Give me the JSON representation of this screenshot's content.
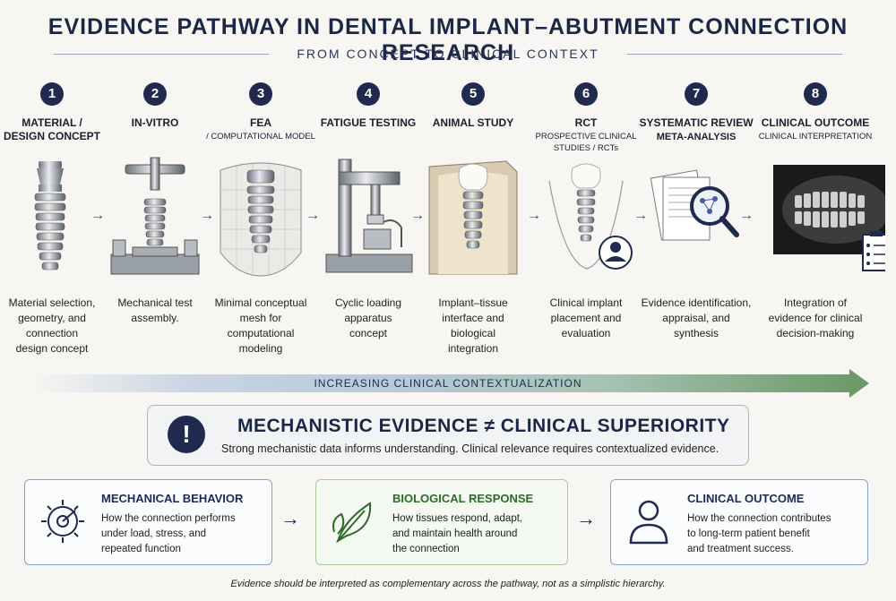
{
  "title": "EVIDENCE PATHWAY IN DENTAL IMPLANT–ABUTMENT CONNECTION RESEARCH",
  "subtitle": "FROM CONCEPT TO CLINICAL CONTEXT",
  "steps": [
    {
      "number": "1",
      "title": "MATERIAL /\nDESIGN CONCEPT",
      "subtitle": "",
      "description": "Material selection,\ngeometry, and\nconnection\ndesign concept"
    },
    {
      "number": "2",
      "title": "IN-VITRO",
      "subtitle": "",
      "description": "Mechanical test\nassembly."
    },
    {
      "number": "3",
      "title": "FEA",
      "subtitle": "/ COMPUTATIONAL MODEL",
      "description": "Minimal conceptual\nmesh for\ncomputational\nmodeling"
    },
    {
      "number": "4",
      "title": "FATIGUE TESTING",
      "subtitle": "",
      "description": "Cyclic loading\napparatus\nconcept"
    },
    {
      "number": "5",
      "title": "ANIMAL STUDY",
      "subtitle": "",
      "description": "Implant–tissue\ninterface and\nbiological\nintegration"
    },
    {
      "number": "6",
      "title": "RCT",
      "subtitle": "PROSPECTIVE CLINICAL\nSTUDIES / RCTs",
      "description": "Clinical implant\nplacement and\nevaluation"
    },
    {
      "number": "7",
      "title": "SYSTEMATIC REVIEW",
      "subtitle": "META-ANALYSIS",
      "description": "Evidence identification,\nappraisal, and\nsynthesis"
    },
    {
      "number": "8",
      "title": "CLINICAL OUTCOME",
      "subtitle": "CLINICAL INTERPRETATION",
      "description": "Integration of\nevidence for clinical\ndecision-making"
    }
  ],
  "gradient_label": "INCREASING CLINICAL CONTEXTUALIZATION",
  "callout": {
    "icon": "!",
    "title": "MECHANISTIC EVIDENCE ≠ CLINICAL SUPERIORITY",
    "text": "Strong mechanistic data informs understanding. Clinical relevance requires contextualized evidence."
  },
  "panels": [
    {
      "title": "MECHANICAL BEHAVIOR",
      "text": "How the connection performs\nunder load, stress, and\nrepeated function",
      "icon": "gear-icon"
    },
    {
      "title": "BIOLOGICAL RESPONSE",
      "text": "How tissues respond, adapt,\nand maintain health around\nthe connection",
      "icon": "leaf-icon"
    },
    {
      "title": "CLINICAL OUTCOME",
      "text": "How the connection contributes\nto long-term patient benefit\nand treatment success.",
      "icon": "person-icon"
    }
  ],
  "footer": "Evidence should be interpreted as complementary across the pathway, not as a simplistic hierarchy.",
  "colors": {
    "navy": "#1f2a4e",
    "green": "#6e9a6a",
    "background": "#f7f6f3"
  }
}
